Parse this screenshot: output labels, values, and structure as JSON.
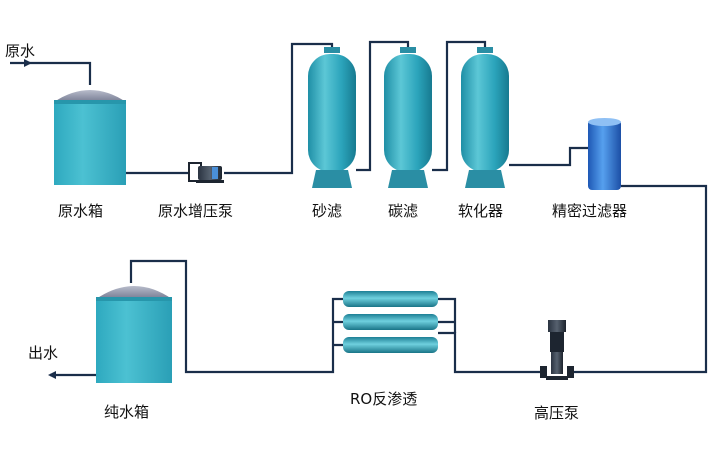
{
  "labels": {
    "raw_water_in": "原水",
    "raw_water_tank": "原水箱",
    "booster_pump": "原水增压泵",
    "sand_filter": "砂滤",
    "carbon_filter": "碳滤",
    "softener": "软化器",
    "precision_filter": "精密过滤器",
    "ro": "RO反渗透",
    "high_pressure_pump": "高压泵",
    "pure_water_tank": "纯水箱",
    "water_out": "出水"
  },
  "colors": {
    "pipe": "#1a2e4a",
    "vessel": "#39b3c7",
    "vessel_dark": "#1e7f96",
    "dome": "#8c93a8",
    "cartridge": "#2f6fd1",
    "pump_body": "#1d2530"
  }
}
